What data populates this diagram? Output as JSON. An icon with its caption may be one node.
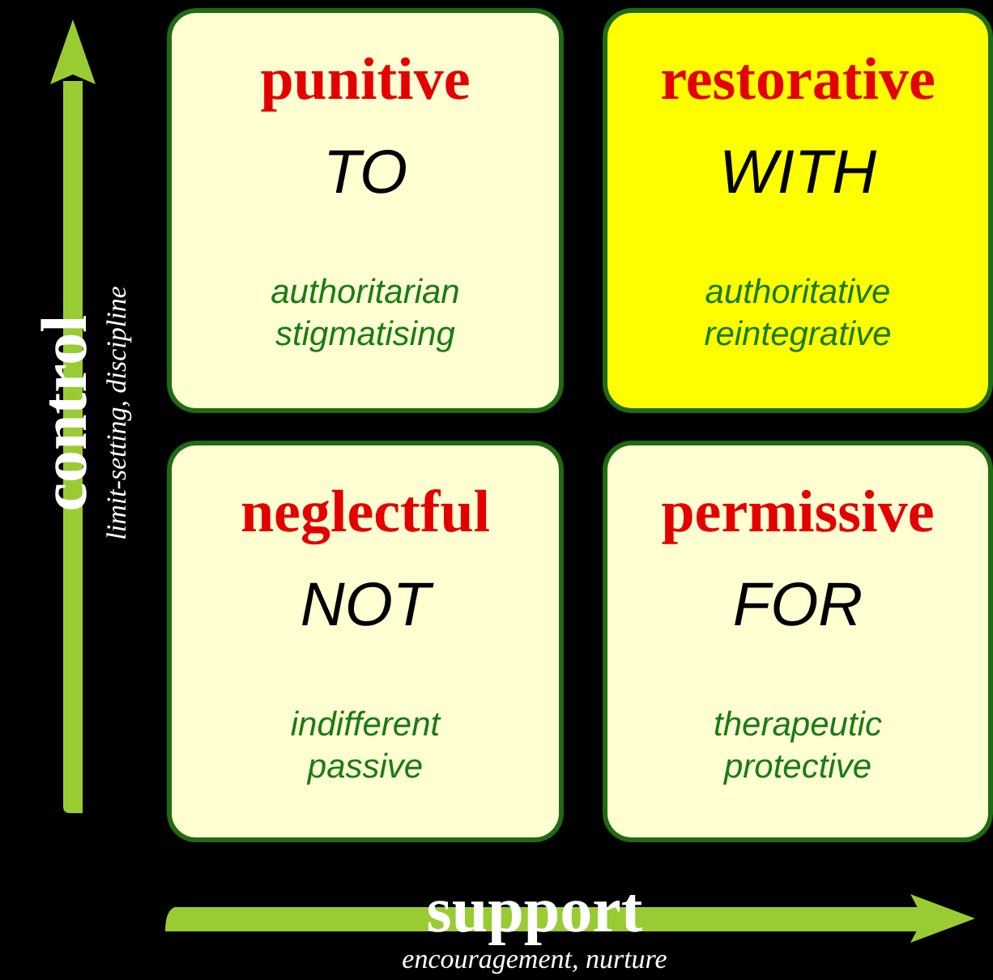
{
  "diagram": {
    "nodes": [
      {
        "text": [
          "punitive",
          "TO",
          "authoritarian stigmatising"
        ]
      },
      {
        "text": [
          "restorative",
          "WITH",
          "authoritative reintegrative"
        ]
      },
      {
        "text": [
          "neglectful",
          "NOT",
          "indifferent passive"
        ]
      },
      {
        "text": [
          "permissive",
          "FOR",
          "therapeutic protective"
        ]
      }
    ],
    "labels": [
      "control",
      "limit-setting, discipline",
      "support",
      "encouragement, nurture"
    ]
  }
}
